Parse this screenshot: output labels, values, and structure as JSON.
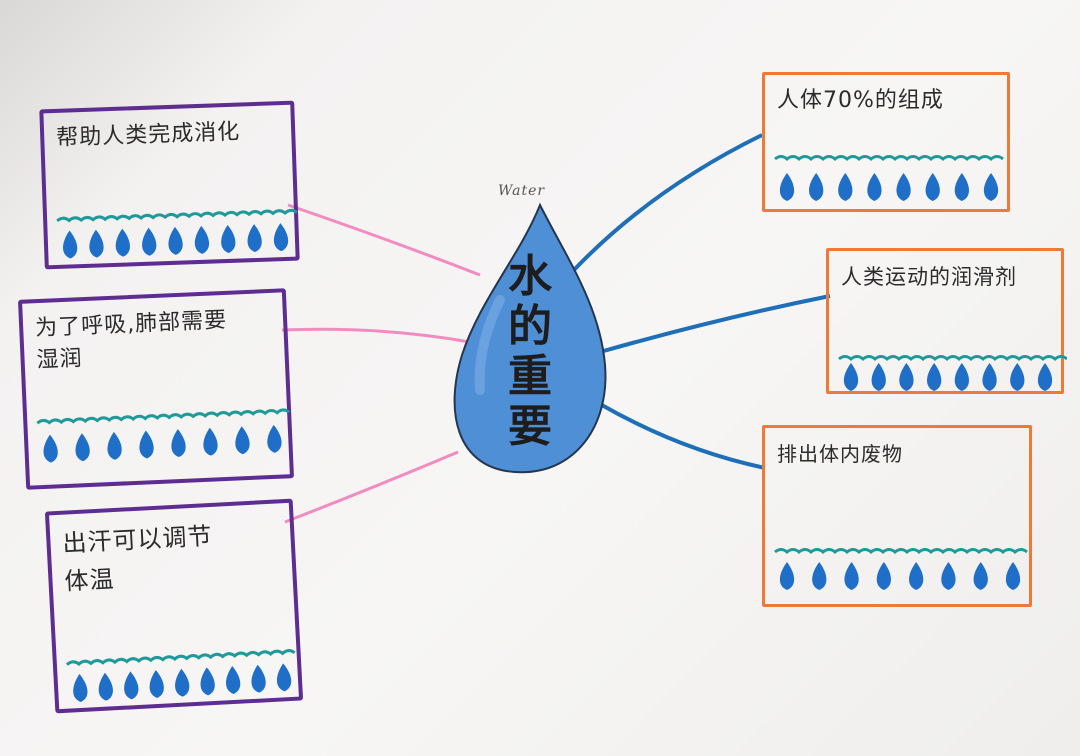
{
  "center": {
    "caption": "Water",
    "chars": [
      "水",
      "的",
      "重",
      "要"
    ],
    "fill": "#4f8fd6"
  },
  "colors": {
    "purple": "#5e2d91",
    "orange": "#ee7a3a",
    "pink": "#f28bc0",
    "blue_line": "#1f6fb8",
    "wave": "#1e9a9a",
    "drop": "#1f6fc9"
  },
  "boxes": {
    "digestion": {
      "text": "帮助人类完成消化",
      "drops": 9
    },
    "breathing": {
      "text": "为了呼吸,肺部需要\n湿润",
      "drops": 8
    },
    "sweat": {
      "text": "出汗可以调节\n体温",
      "drops": 9
    },
    "body70": {
      "text": "人体70%的组成",
      "drops": 8
    },
    "lubricant": {
      "text": "人类运动的润滑剂",
      "drops": 8
    },
    "waste": {
      "text": "排出体内废物",
      "drops": 8
    }
  }
}
